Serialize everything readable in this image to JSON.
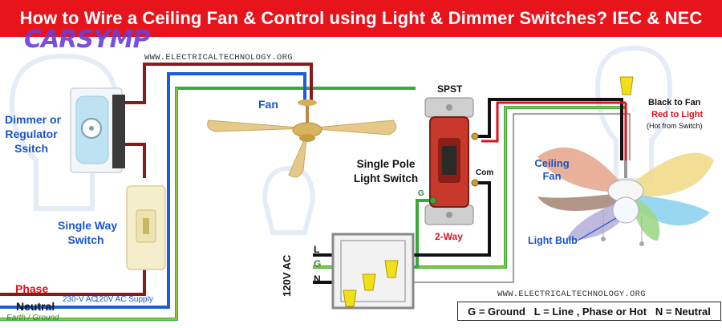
{
  "title": "How to Wire a Ceiling Fan & Control using Light & Dimmer Switches? IEC & NEC",
  "watermark": {
    "logo": "CARSYMP",
    "url_top": "WWW.ELECTRICALTECHNOLOGY.ORG",
    "url_bottom": "WWW.ELECTRICALTECHNOLOGY.ORG"
  },
  "labels": {
    "dimmer": [
      "Dimmer or",
      "Regulator",
      "Ssitch"
    ],
    "single_way": [
      "Single Way",
      "Switch"
    ],
    "phase": "Phase",
    "neutral": "Neutral",
    "earth": "Earth / Ground",
    "supply_230": "230-V AC",
    "supply_120": "120V AC Supply",
    "fan": "Fan",
    "spst": "SPST",
    "single_pole": [
      "Single Pole",
      "Light Switch"
    ],
    "com": "Com",
    "g_terminal": "G",
    "two_way": "2-Way",
    "ceiling_fan": [
      "Ceiling",
      "Fan"
    ],
    "black_to_fan": "Black to Fan",
    "red_to_light": "Red to Light",
    "hot_from_switch": "(Hot from Switch)",
    "light_bulb": "Light Bulb",
    "vac": "120V AC",
    "line_L": "L",
    "line_G": "G",
    "line_N": "N"
  },
  "legend": "G = Ground   L = Line , Phase or Hot   N = Neutral",
  "colors": {
    "title_bg": "#e8141c",
    "phase_wire": "#8b1a1a",
    "neutral_wire": "#1e5bd8",
    "ground_wire": "#3aa83a",
    "black_wire": "#111111",
    "red_wire": "#e0101a",
    "label_blue": "#1a55c6",
    "label_red": "#e0101a"
  }
}
